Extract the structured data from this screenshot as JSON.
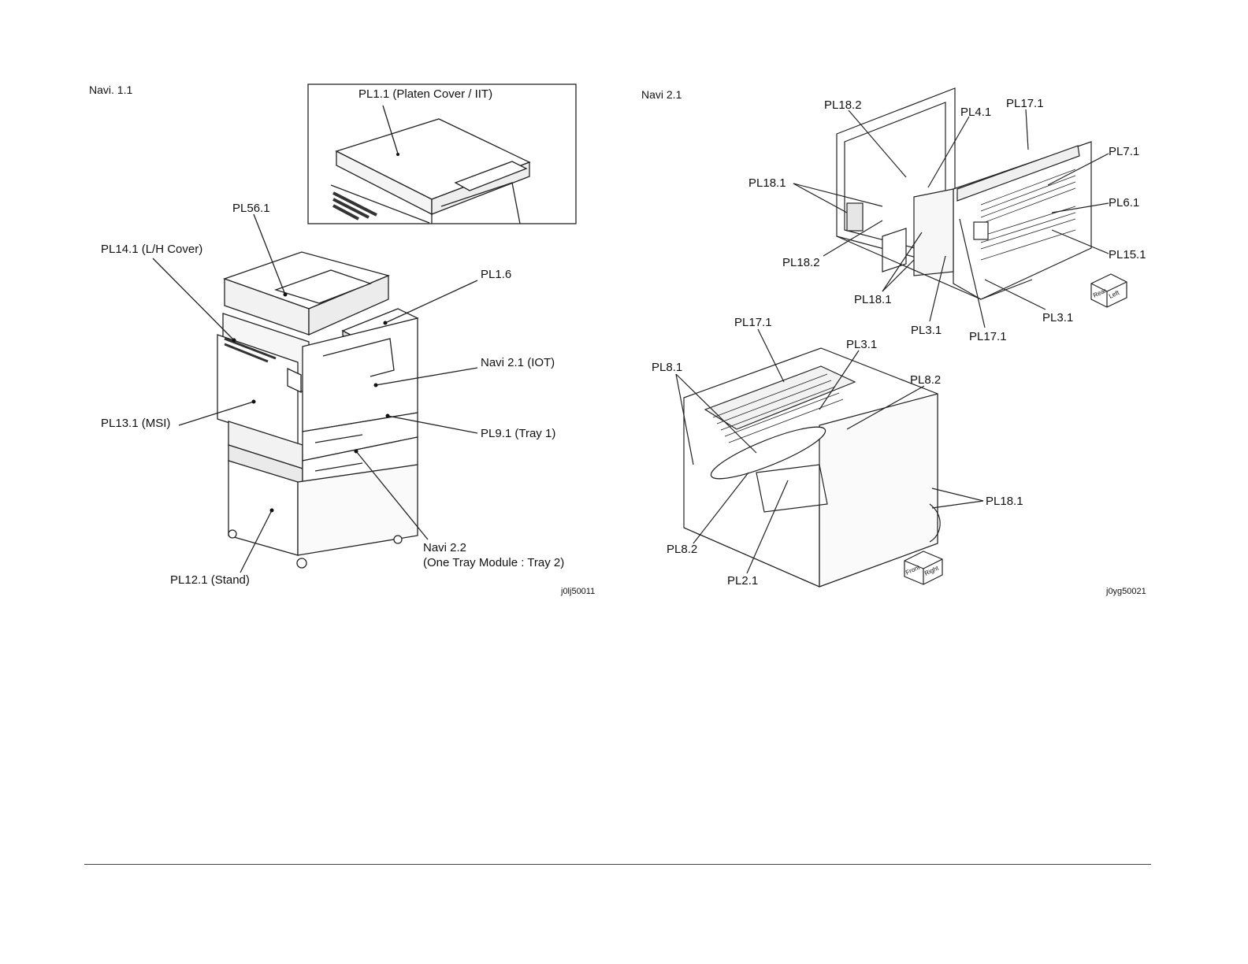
{
  "left_panel": {
    "title": "Navi. 1.1",
    "inset_label": "PL1.1 (Platen Cover / IIT)",
    "labels": {
      "pl56": "PL56.1",
      "pl14": "PL14.1 (L/H Cover)",
      "pl16": "PL1.6",
      "navi21": "Navi 2.1 (IOT)",
      "pl13": "PL13.1 (MSI)",
      "pl91": "PL9.1 (Tray 1)",
      "navi22": "Navi 2.2",
      "navi22_sub": "(One Tray Module : Tray 2)",
      "pl121": "PL12.1 (Stand)"
    },
    "figure_code": "j0lj50011"
  },
  "right_panel": {
    "title": "Navi 2.1",
    "top_labels": {
      "pl182_top": "PL18.2",
      "pl41": "PL4.1",
      "pl171_top": "PL17.1",
      "pl71": "PL7.1",
      "pl181_left": "PL18.1",
      "pl61": "PL6.1",
      "pl182_mid": "PL18.2",
      "pl151": "PL15.1",
      "pl181_mid": "PL18.1",
      "pl31_mid": "PL3.1",
      "pl171_bottom": "PL17.1",
      "pl31_right": "PL3.1"
    },
    "bottom_labels": {
      "pl171": "PL17.1",
      "pl31": "PL3.1",
      "pl81": "PL8.1",
      "pl82_top": "PL8.2",
      "pl181": "PL18.1",
      "pl82_bottom": "PL8.2",
      "pl21": "PL2.1"
    },
    "cube_top": [
      "Rear",
      "Left"
    ],
    "cube_bottom": [
      "Front",
      "Right"
    ],
    "figure_code": "j0yg50021"
  }
}
